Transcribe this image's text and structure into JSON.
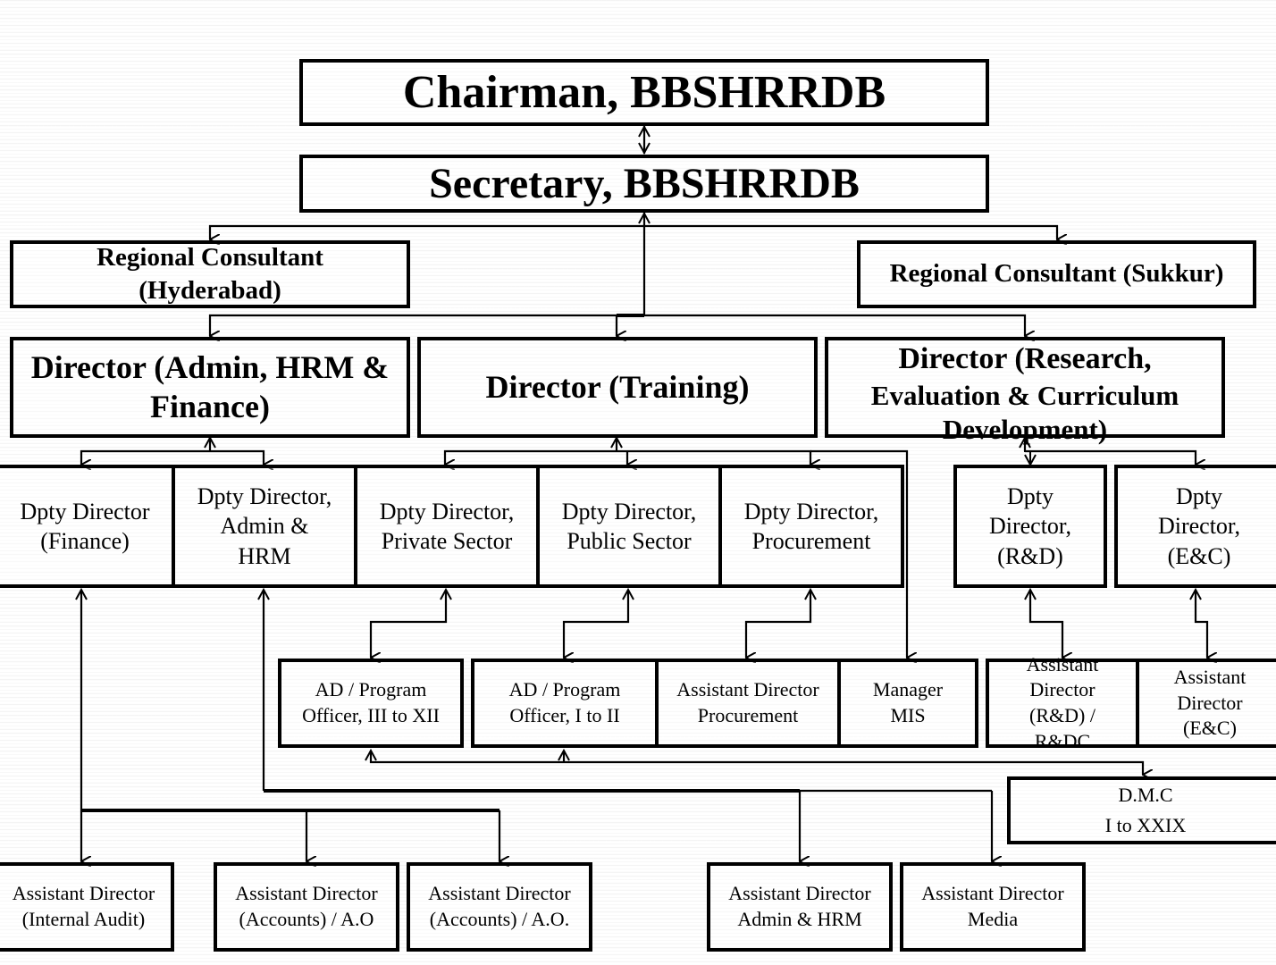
{
  "chart": {
    "chairman": "Chairman, BBSHRRDB",
    "secretary": "Secretary, BBSHRRDB",
    "regional_consultants": [
      {
        "line1": "Regional Consultant",
        "line2": "(Hyderabad)"
      },
      {
        "line1": "Regional Consultant (Sukkur)"
      }
    ],
    "directors": [
      {
        "line1": "Director (Admin, HRM &",
        "line2": "Finance)"
      },
      {
        "line1": "Director (Training)"
      },
      {
        "line1": "Director (Research,",
        "line2": "Evaluation & Curriculum",
        "line3": "Development)"
      }
    ],
    "deputy_directors": [
      {
        "line1": "Dpty Director",
        "line2": "(Finance)"
      },
      {
        "line1": "Dpty Director,",
        "line2": "Admin &",
        "line3": "HRM"
      },
      {
        "line1": "Dpty Director,",
        "line2": "Private Sector"
      },
      {
        "line1": "Dpty Director,",
        "line2": "Public Sector"
      },
      {
        "line1": "Dpty Director,",
        "line2": "Procurement"
      },
      {
        "line1": "Dpty",
        "line2": "Director,",
        "line3": "(R&D)"
      },
      {
        "line1": "Dpty",
        "line2": "Director,",
        "line3": "(E&C)"
      }
    ],
    "mid_units": [
      {
        "line1": "AD / Program",
        "line2": "Officer, III to XII"
      },
      {
        "line1": "AD / Program",
        "line2": "Officer, I to II"
      },
      {
        "line1": "Assistant Director",
        "line2": "Procurement"
      },
      {
        "line1": "Manager",
        "line2": "MIS"
      },
      {
        "line1": "Assistant",
        "line2": "Director",
        "line3": "(R&D) /",
        "line4": "R&DC"
      },
      {
        "line1": "Assistant",
        "line2": "Director",
        "line3": "(E&C)"
      }
    ],
    "dmc": {
      "line1": "D.M.C",
      "line2": "I to XXIX"
    },
    "bottom_units": [
      {
        "line1": "Assistant Director",
        "line2": "(Internal Audit)"
      },
      {
        "line1": "Assistant Director",
        "line2": "(Accounts) / A.O"
      },
      {
        "line1": "Assistant Director",
        "line2": "(Accounts) / A.O."
      },
      {
        "line1": "Assistant Director",
        "line2": "Admin & HRM"
      },
      {
        "line1": "Assistant Director",
        "line2": "Media"
      }
    ]
  }
}
